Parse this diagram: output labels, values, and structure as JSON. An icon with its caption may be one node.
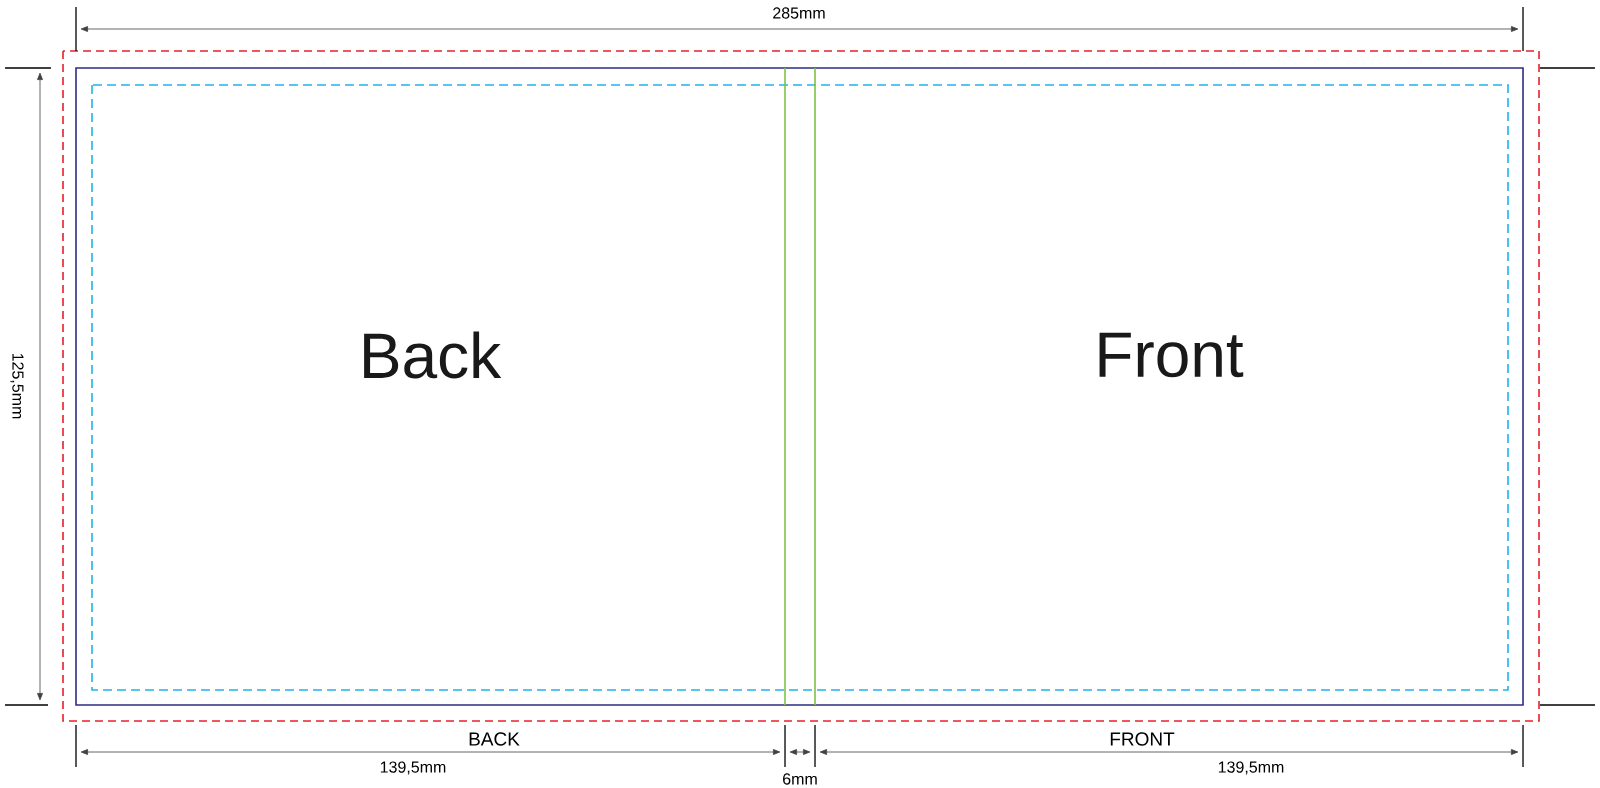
{
  "diagram": {
    "nodes": [
      {
        "text": [
          "Back"
        ]
      },
      {
        "text": [
          "Front"
        ]
      }
    ],
    "labels": [
      "285mm",
      "125,5mm",
      "BACK",
      "139,5mm",
      "6mm",
      "FRONT",
      "139,5mm"
    ]
  }
}
